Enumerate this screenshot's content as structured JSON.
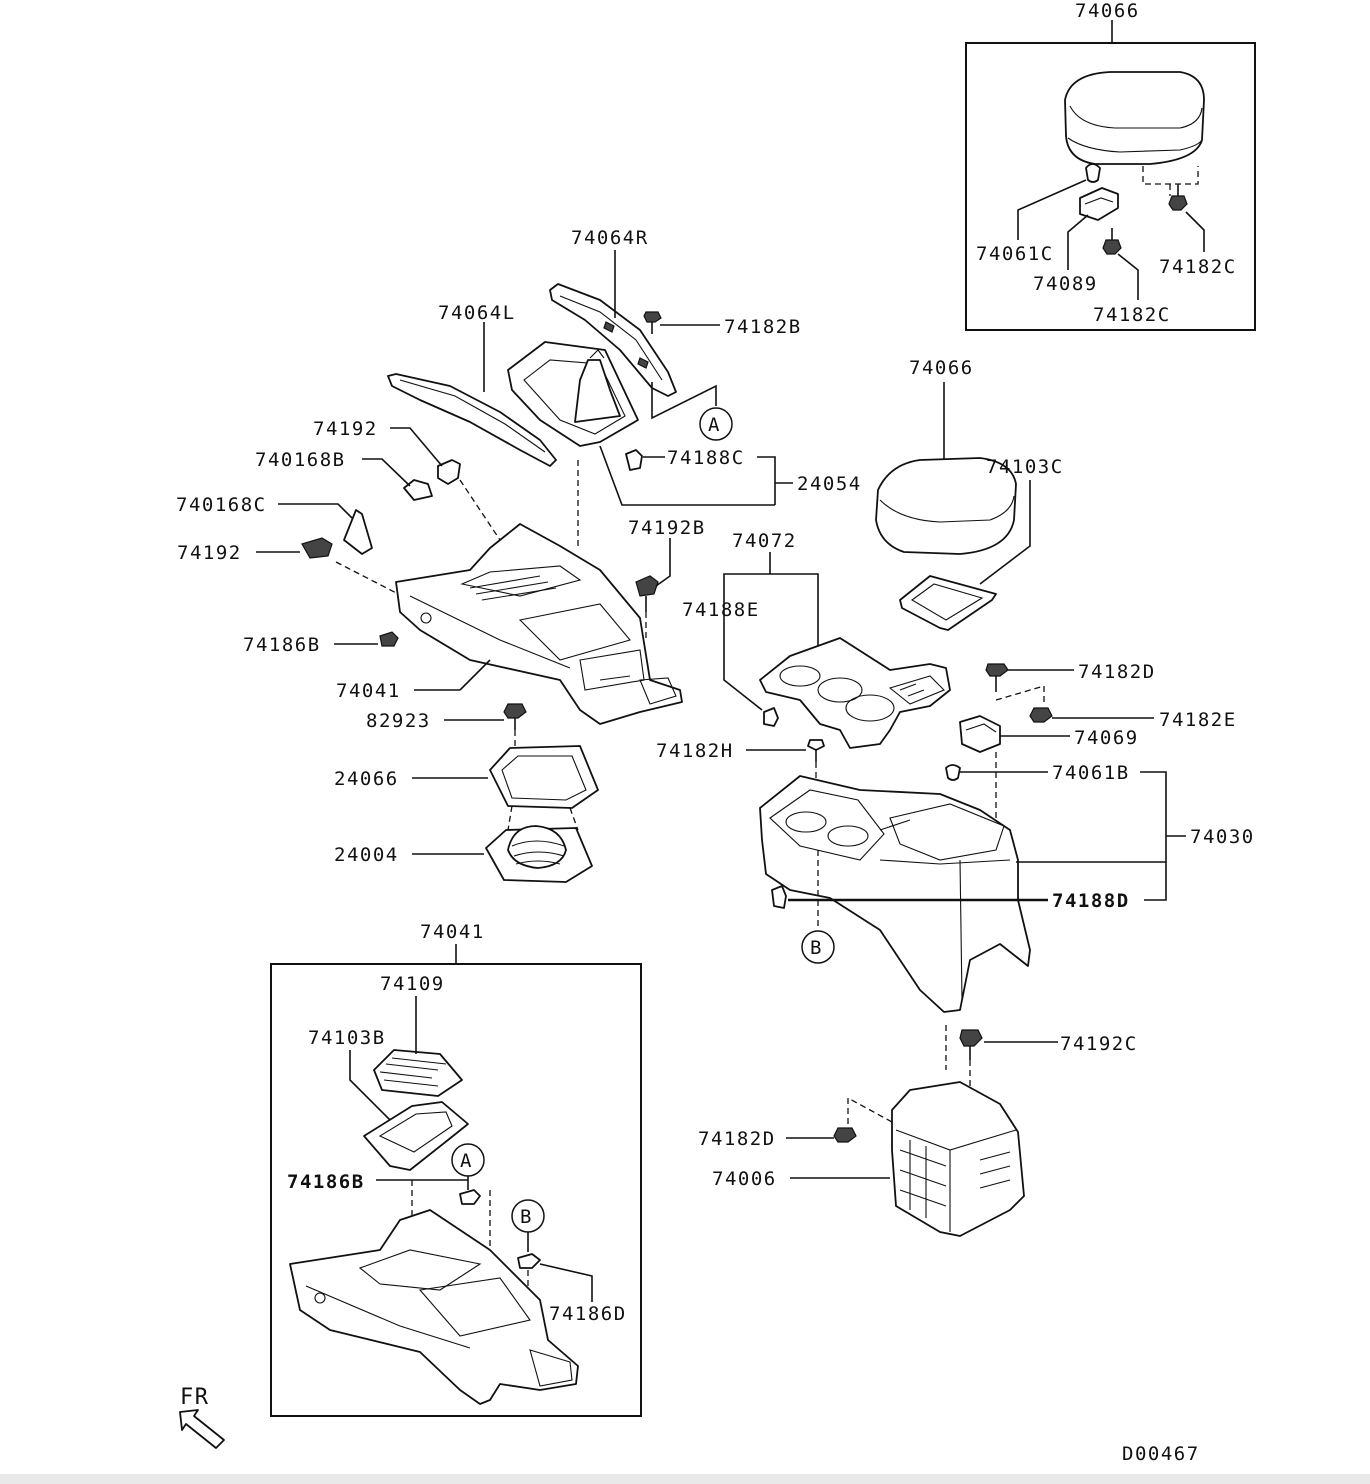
{
  "diagram_code": "D00467",
  "front_indicator": "FR",
  "callouts": [
    "A",
    "B"
  ],
  "part_numbers": {
    "armrest_assy_top": "74066",
    "bracket_74061C": "74061C",
    "hinge_74089": "74089",
    "screw_74182C_right": "74182C",
    "screw_74182C_bottom": "74182C",
    "panel_right_74064R": "74064R",
    "screw_74182B": "74182B",
    "panel_left_74064L": "74064L",
    "armrest_lid_74066": "74066",
    "bracket_74103C": "74103C",
    "clip_74192": "74192",
    "bracket_740168B": "740168B",
    "clip_74188C": "74188C",
    "group_24054": "24054",
    "bracket_740168C": "740168C",
    "clip_74192_left": "74192",
    "clip_74192B": "74192B",
    "cupholder_74072": "74072",
    "clip_74188E": "74188E",
    "clip_74186B": "74186B",
    "console_front_74041": "74041",
    "screw_82923": "82923",
    "screw_74182D_top": "74182D",
    "screw_74182E": "74182E",
    "hinge_74069": "74069",
    "screw_74182H": "74182H",
    "plate_24066": "24066",
    "bumper_74061B": "74061B",
    "console_rear_74030": "74030",
    "boot_24004": "24004",
    "clip_74188D": "74188D",
    "inset_74041": "74041",
    "tray_74109": "74109",
    "bracket_74103B": "74103B",
    "clip_74186B_inset": "74186B",
    "clip_74186D": "74186D",
    "screw_74192C": "74192C",
    "screw_74182D_bottom": "74182D",
    "bracket_74006": "74006"
  }
}
